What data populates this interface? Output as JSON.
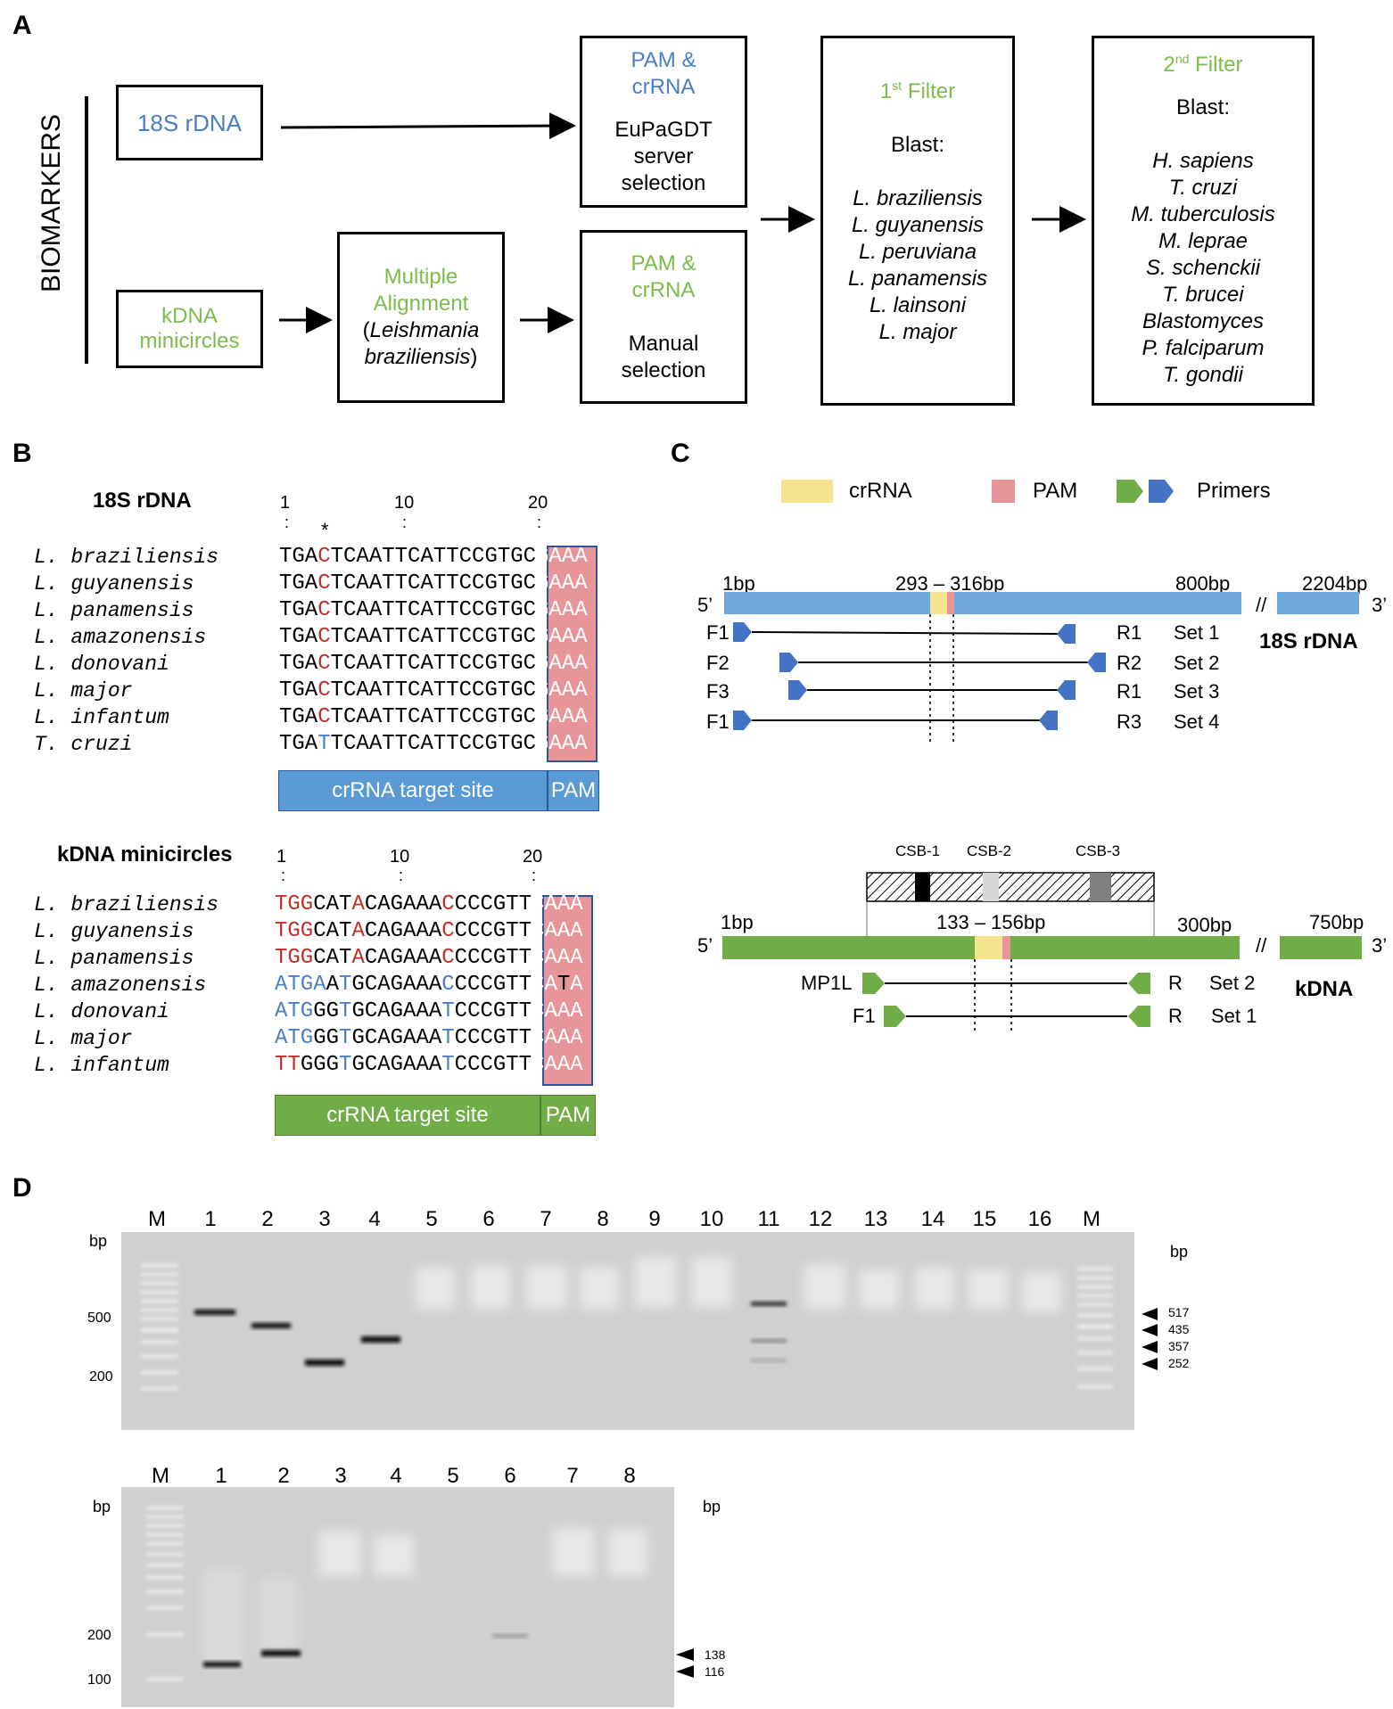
{
  "panels": {
    "a": "A",
    "b": "B",
    "c": "C",
    "d": "D"
  },
  "panelA": {
    "biomarkers": "BIOMARKERS",
    "box18s": "18S rDNA",
    "boxkdna": [
      "kDNA",
      "minicircles"
    ],
    "align": {
      "line1": "Multiple",
      "line2": "Alignment",
      "line3": "(Leishmania",
      "line4": "braziliensis)"
    },
    "pam1": {
      "title1": "PAM &",
      "title2": "crRNA",
      "l1": "EuPaGDT",
      "l2": "server",
      "l3": "selection"
    },
    "pam2": {
      "title1": "PAM &",
      "title2": "crRNA",
      "l1": "Manual",
      "l2": "selection"
    },
    "filter1": {
      "title": "1st Filter",
      "blast": "Blast:",
      "species": [
        "L. braziliensis",
        "L. guyanensis",
        "L. peruviana",
        "L. panamensis",
        "L. lainsoni",
        "L. major"
      ]
    },
    "filter2": {
      "title": "2nd Filter",
      "blast": "Blast:",
      "species": [
        "H. sapiens",
        "T. cruzi",
        "M. tuberculosis",
        "M. leprae",
        "S. schenckii",
        "T. brucei",
        "Blastomyces",
        "P. falciparum",
        "T. gondii"
      ]
    }
  },
  "panelB": {
    "rdna": {
      "title": "18S rDNA",
      "ticks": [
        "1",
        "10",
        "20"
      ],
      "star": "*",
      "species": [
        "L. braziliensis",
        "L. guyanensis",
        "L. panamensis",
        "L. amazonensis",
        "L. donovani",
        "L. major",
        "L. infantum",
        "T. cruzi"
      ],
      "target": "crRNA target site",
      "pam": "PAM"
    },
    "kdna": {
      "title": "kDNA minicircles",
      "ticks": [
        "1",
        "10",
        "20"
      ],
      "species": [
        "L. braziliensis",
        "L. guyanensis",
        "L. panamensis",
        "L. amazonensis",
        "L. donovani",
        "L. major",
        "L. infantum"
      ],
      "target": "crRNA target site",
      "pam": "PAM"
    }
  },
  "panelC": {
    "legend": {
      "crrna": "crRNA",
      "pam": "PAM",
      "primers": "Primers"
    },
    "rdna": {
      "start": "1bp",
      "range": "293 – 316bp",
      "mid": "800bp",
      "end": "2204bp",
      "five": "5’",
      "three": "3’",
      "brk": "//",
      "name": "18S rDNA",
      "fwd": [
        "F1",
        "F2",
        "F3",
        "F1"
      ],
      "rev": [
        "R1",
        "R2",
        "R1",
        "R3"
      ],
      "sets": [
        "Set 1",
        "Set 2",
        "Set 3",
        "Set 4"
      ]
    },
    "kdna": {
      "csb": [
        "CSB-1",
        "CSB-2",
        "CSB-3"
      ],
      "start": "1bp",
      "range": "133 – 156bp",
      "mid": "300bp",
      "end": "750bp",
      "five": "5’",
      "three": "3’",
      "brk": "//",
      "name": "kDNA",
      "fwd": [
        "MP1L",
        "F1"
      ],
      "rev": [
        "R",
        "R"
      ],
      "sets": [
        "Set 2",
        "Set 1"
      ]
    }
  },
  "panelD": {
    "gel1": {
      "lanes": [
        "M",
        "1",
        "2",
        "3",
        "4",
        "5",
        "6",
        "7",
        "8",
        "9",
        "10",
        "11",
        "12",
        "13",
        "14",
        "15",
        "16",
        "M"
      ],
      "bp": "bp",
      "bp_right": "bp",
      "ladder": [
        "500",
        "200"
      ],
      "sizes": [
        "517",
        "435",
        "357",
        "252"
      ]
    },
    "gel2": {
      "lanes": [
        "M",
        "1",
        "2",
        "3",
        "4",
        "5",
        "6",
        "7",
        "8"
      ],
      "bp": "bp",
      "bp_right": "bp",
      "ladder": [
        "200",
        "100"
      ],
      "sizes": [
        "138",
        "116"
      ]
    }
  },
  "colors": {
    "blue": "#4a7fc4",
    "green": "#7dbb4a",
    "pam": "#e8959a",
    "crrna": "#f4e38f",
    "seqred": "#c0302b",
    "gel": "#d0d0d0"
  }
}
